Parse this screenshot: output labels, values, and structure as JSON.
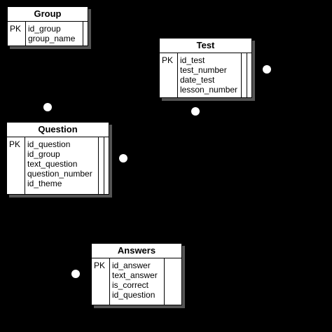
{
  "tables": {
    "group": {
      "title": "Group",
      "pk_label": "PK",
      "fields": [
        "id_group",
        "group_name"
      ]
    },
    "test": {
      "title": "Test",
      "pk_label": "PK",
      "fields": [
        "id_test",
        "test_number",
        "date_test",
        "lesson_number"
      ]
    },
    "question": {
      "title": "Question",
      "pk_label": "PK",
      "fields": [
        "id_question",
        "id_group",
        "text_question",
        "question_number",
        "id_theme"
      ]
    },
    "answers": {
      "title": "Answers",
      "pk_label": "PK",
      "fields": [
        "id_answer",
        "text_answer",
        "is_correct",
        "id_question"
      ]
    }
  },
  "colors": {
    "background": "#000000",
    "entity_fill": "#ffffff",
    "entity_border": "#000000",
    "connector_dot": "#ffffff"
  }
}
